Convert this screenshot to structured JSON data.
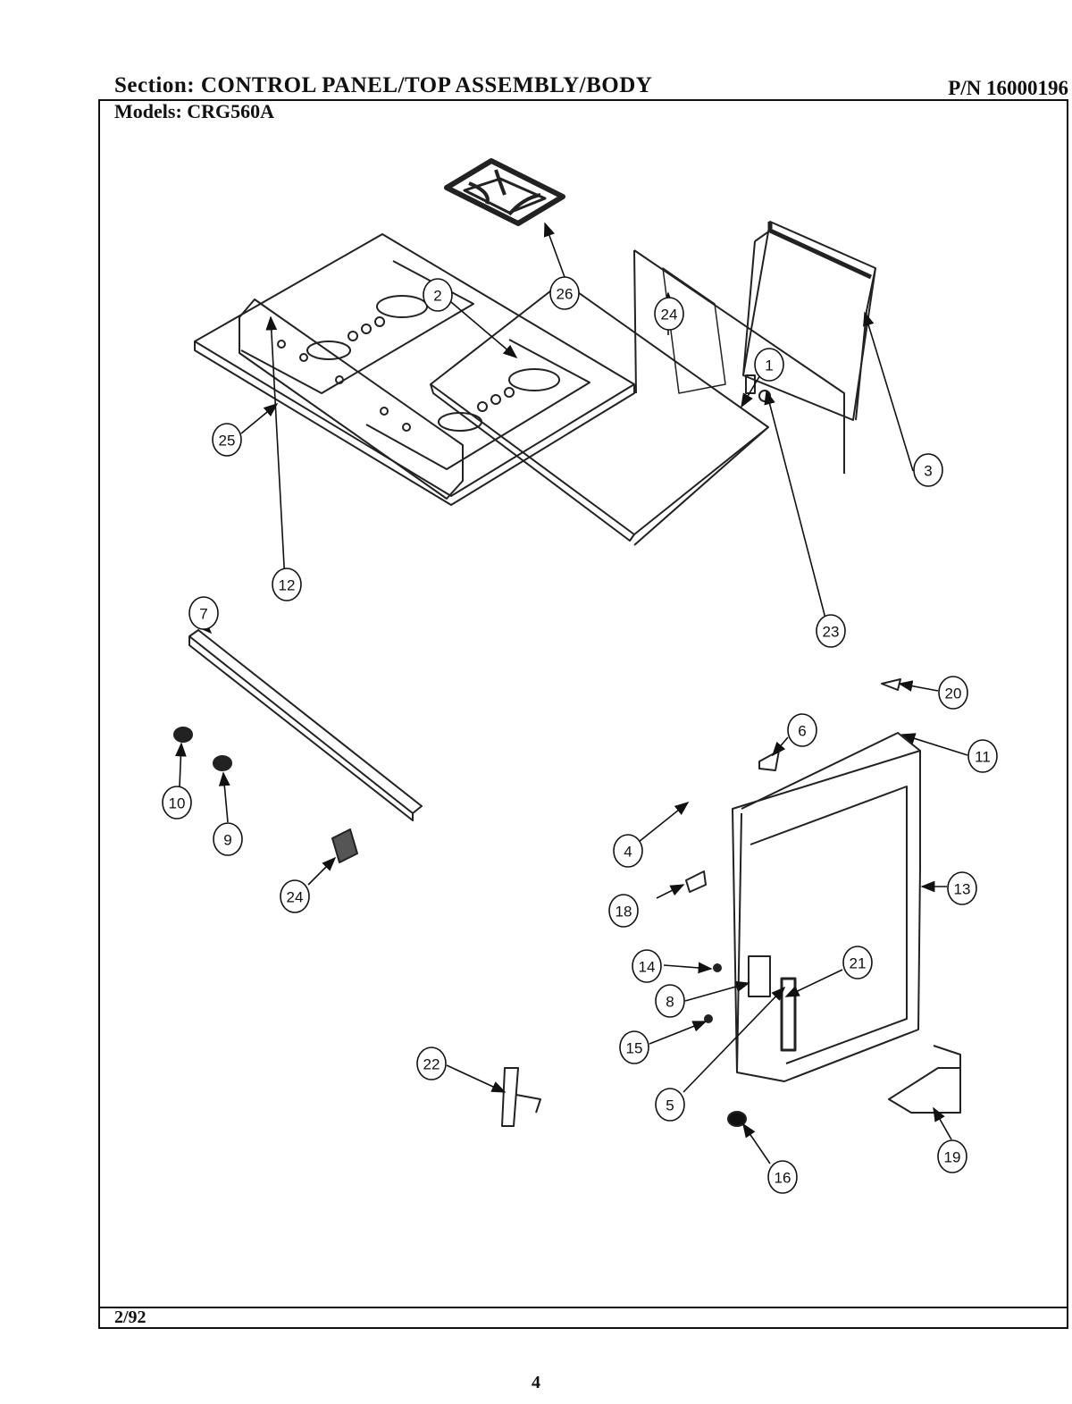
{
  "header": {
    "section_label": "Section:",
    "section_title": "CONTROL PANEL/TOP ASSEMBLY/BODY",
    "part_number": "P/N 16000196",
    "models_label": "Models:",
    "models_value": "CRG560A"
  },
  "footer": {
    "date_code": "2/92",
    "page_number": "4"
  },
  "callouts": [
    {
      "id": "c26",
      "label": "26"
    },
    {
      "id": "c25",
      "label": "25"
    },
    {
      "id": "c3",
      "label": "3"
    },
    {
      "id": "c24a",
      "label": "24"
    },
    {
      "id": "c1",
      "label": "1"
    },
    {
      "id": "c2",
      "label": "2"
    },
    {
      "id": "c12",
      "label": "12"
    },
    {
      "id": "c7",
      "label": "7"
    },
    {
      "id": "c23",
      "label": "23"
    },
    {
      "id": "c20",
      "label": "20"
    },
    {
      "id": "c6",
      "label": "6"
    },
    {
      "id": "c11",
      "label": "11"
    },
    {
      "id": "c10",
      "label": "10"
    },
    {
      "id": "c9",
      "label": "9"
    },
    {
      "id": "c24b",
      "label": "24"
    },
    {
      "id": "c4",
      "label": "4"
    },
    {
      "id": "c13",
      "label": "13"
    },
    {
      "id": "c18",
      "label": "18"
    },
    {
      "id": "c14",
      "label": "14"
    },
    {
      "id": "c21",
      "label": "21"
    },
    {
      "id": "c8",
      "label": "8"
    },
    {
      "id": "c15",
      "label": "15"
    },
    {
      "id": "c22",
      "label": "22"
    },
    {
      "id": "c5",
      "label": "5"
    },
    {
      "id": "c16",
      "label": "16"
    },
    {
      "id": "c19",
      "label": "19"
    }
  ]
}
